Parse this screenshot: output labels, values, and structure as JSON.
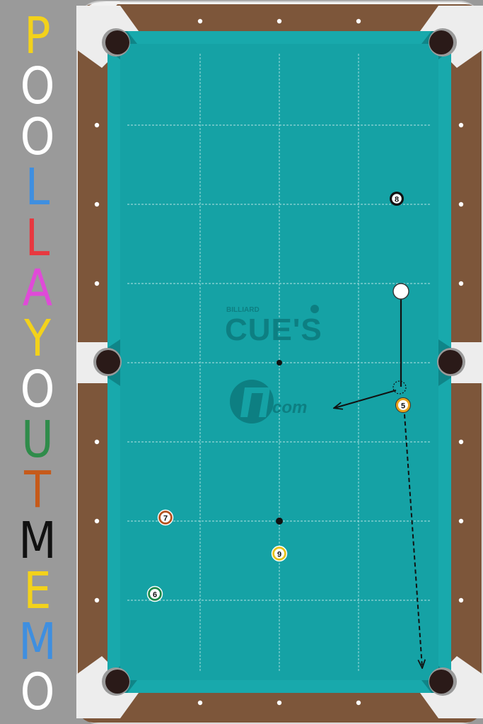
{
  "title": {
    "letters": [
      {
        "ch": "P",
        "color": "#f3d21b"
      },
      {
        "ch": "O",
        "color": "#ffffff"
      },
      {
        "ch": "O",
        "color": "#ffffff"
      },
      {
        "ch": "L",
        "color": "#3f8fe0"
      },
      {
        "ch": "L",
        "color": "#e8383f"
      },
      {
        "ch": "A",
        "color": "#e04ad8"
      },
      {
        "ch": "Y",
        "color": "#f3d21b"
      },
      {
        "ch": "O",
        "color": "#ffffff"
      },
      {
        "ch": "U",
        "color": "#2f8c4a"
      },
      {
        "ch": "T",
        "color": "#c65a1a"
      },
      {
        "ch": "M",
        "color": "#111111"
      },
      {
        "ch": "E",
        "color": "#f3d21b"
      },
      {
        "ch": "M",
        "color": "#3f8fe0"
      },
      {
        "ch": "O",
        "color": "#ffffff"
      }
    ]
  },
  "logo": {
    "small": "BILLIARD",
    "big": "CUE'S",
    "sub": "com"
  },
  "balls": [
    {
      "id": "cue-ball",
      "label": "",
      "kind": "cue"
    },
    {
      "id": "ball-8",
      "label": "8",
      "kind": "8"
    },
    {
      "id": "ball-5",
      "label": "5",
      "kind": "stripe",
      "color": "#e8a21a"
    },
    {
      "id": "ball-7",
      "label": "7",
      "kind": "stripe",
      "color": "#b5521e"
    },
    {
      "id": "ball-9",
      "label": "9",
      "kind": "stripe",
      "color": "#e8c21a"
    },
    {
      "id": "ball-6",
      "label": "6",
      "kind": "stripe",
      "color": "#1e8a4a"
    }
  ],
  "colors": {
    "felt": "#169ea1",
    "felt_dark": "#0f8588",
    "rail_wood": "#7d563a",
    "rail_frame": "#f2f2f2",
    "pocket": "#2a1a18"
  }
}
